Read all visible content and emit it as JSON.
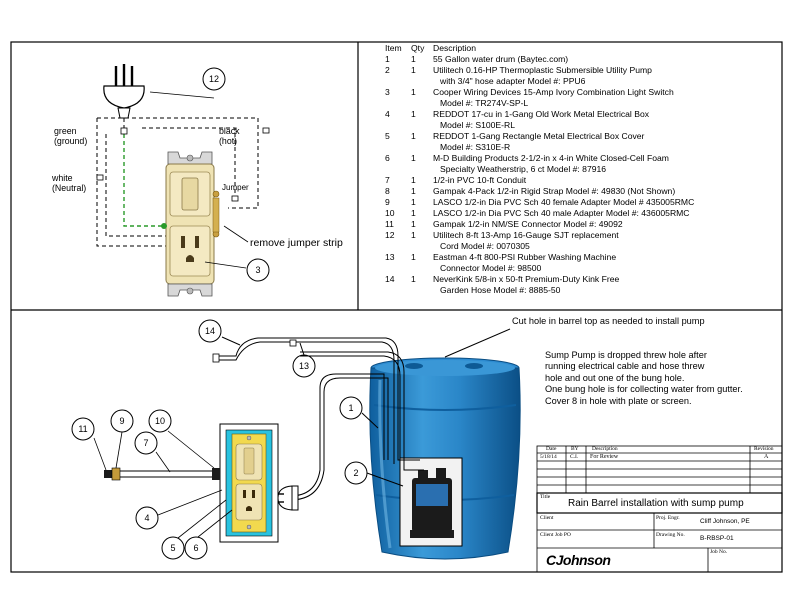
{
  "bom": {
    "headers": {
      "item": "Item",
      "qty": "Qty",
      "description": "Description"
    },
    "rows": [
      {
        "item": "1",
        "qty": "1",
        "lines": [
          "55 Gallon water drum (Baytec.com)"
        ]
      },
      {
        "item": "2",
        "qty": "1",
        "lines": [
          "Utilitech 0.16-HP Thermoplastic Submersible Utility Pump",
          "with 3/4\" hose adapter Model #: PPU6"
        ]
      },
      {
        "item": "3",
        "qty": "1",
        "lines": [
          "Cooper Wiring Devices 15-Amp Ivory Combination Light Switch",
          "Model #: TR274V-SP-L"
        ]
      },
      {
        "item": "4",
        "qty": "1",
        "lines": [
          "REDDOT 17-cu in 1-Gang Old Work Metal Electrical Box",
          "Model #: S100E-RL"
        ]
      },
      {
        "item": "5",
        "qty": "1",
        "lines": [
          "REDDOT 1-Gang Rectangle Metal Electrical Box Cover",
          "Model #: S310E-R"
        ]
      },
      {
        "item": "6",
        "qty": "1",
        "lines": [
          "M-D Building Products 2-1/2-in x 4-in White Closed-Cell Foam",
          "Specialty Weatherstrip, 6 ct Model #: 87916"
        ]
      },
      {
        "item": "7",
        "qty": "1",
        "lines": [
          "1/2-in PVC 10-ft Conduit"
        ]
      },
      {
        "item": "8",
        "qty": "1",
        "lines": [
          "Gampak 4-Pack 1/2-in Rigid Strap Model #: 49830 (Not Shown)"
        ]
      },
      {
        "item": "9",
        "qty": "1",
        "lines": [
          "LASCO 1/2-in Dia PVC Sch 40 female Adapter Model # 435005RMC"
        ]
      },
      {
        "item": "10",
        "qty": "1",
        "lines": [
          "LASCO 1/2-in Dia PVC Sch 40 male Adapter  Model #: 436005RMC"
        ]
      },
      {
        "item": "11",
        "qty": "1",
        "lines": [
          "Gampak 1/2-in NM/SE Connector Model #: 49092"
        ]
      },
      {
        "item": "12",
        "qty": "1",
        "lines": [
          "Utilitech 8-ft 13-Amp 16-Gauge SJT replacement",
          "Cord  Model #: 0070305"
        ]
      },
      {
        "item": "13",
        "qty": "1",
        "lines": [
          "Eastman 4-ft 800-PSI Rubber Washing Machine",
          "Connector Model #: 98500"
        ]
      },
      {
        "item": "14",
        "qty": "1",
        "lines": [
          "NeverKink 5/8-in x 50-ft Premium-Duty Kink Free",
          "Garden Hose Model #: 8885-50"
        ]
      }
    ]
  },
  "wiring": {
    "green_label": [
      "green",
      "(ground)"
    ],
    "black_label": [
      "black",
      "(hot)"
    ],
    "white_label": [
      "white",
      "(Neutral)"
    ],
    "jumper_label": "Jumper",
    "remove_jumper": "remove jumper strip"
  },
  "callouts": [
    "1",
    "2",
    "3",
    "4",
    "5",
    "6",
    "7",
    "9",
    "10",
    "11",
    "12",
    "13",
    "14"
  ],
  "notes": {
    "cut_hole": "Cut hole in barrel top as needed to install pump",
    "sump": [
      "Sump Pump is dropped threw hole after",
      "running electrical cable and hose threw",
      "hole and out one of the bung hole.",
      "One bung hole is for collecting water from gutter.",
      "Cover 8 in hole with plate or screen."
    ]
  },
  "title_block": {
    "rev_headers": {
      "date": "Date",
      "by": "BY",
      "description": "Description",
      "revision": "Revision"
    },
    "rev_row": {
      "date": "5/18/14",
      "by": "C.I.",
      "description": "For Review",
      "revision": "A"
    },
    "title_label": "Title",
    "title": "Rain Barrel installation with sump pump",
    "client_label": "Client",
    "client_job_label": "Client Job PO",
    "proj_engr_label": "Proj. Engr.",
    "proj_engr": "Cliff Johnson, PE",
    "drawing_no_label": "Drawing No.",
    "drawing_no": "B-RBSP-01",
    "job_no_label": "Job No.",
    "logo": "CJohnson"
  },
  "colors": {
    "barrel": "#1f7fc0",
    "barrel_light": "#4aa6e0",
    "outlet_ivory": "#efe3b4",
    "box_yellow": "#f2d94e",
    "box_cyan": "#29c3e0",
    "ground_wire": "#2a9a2a"
  }
}
